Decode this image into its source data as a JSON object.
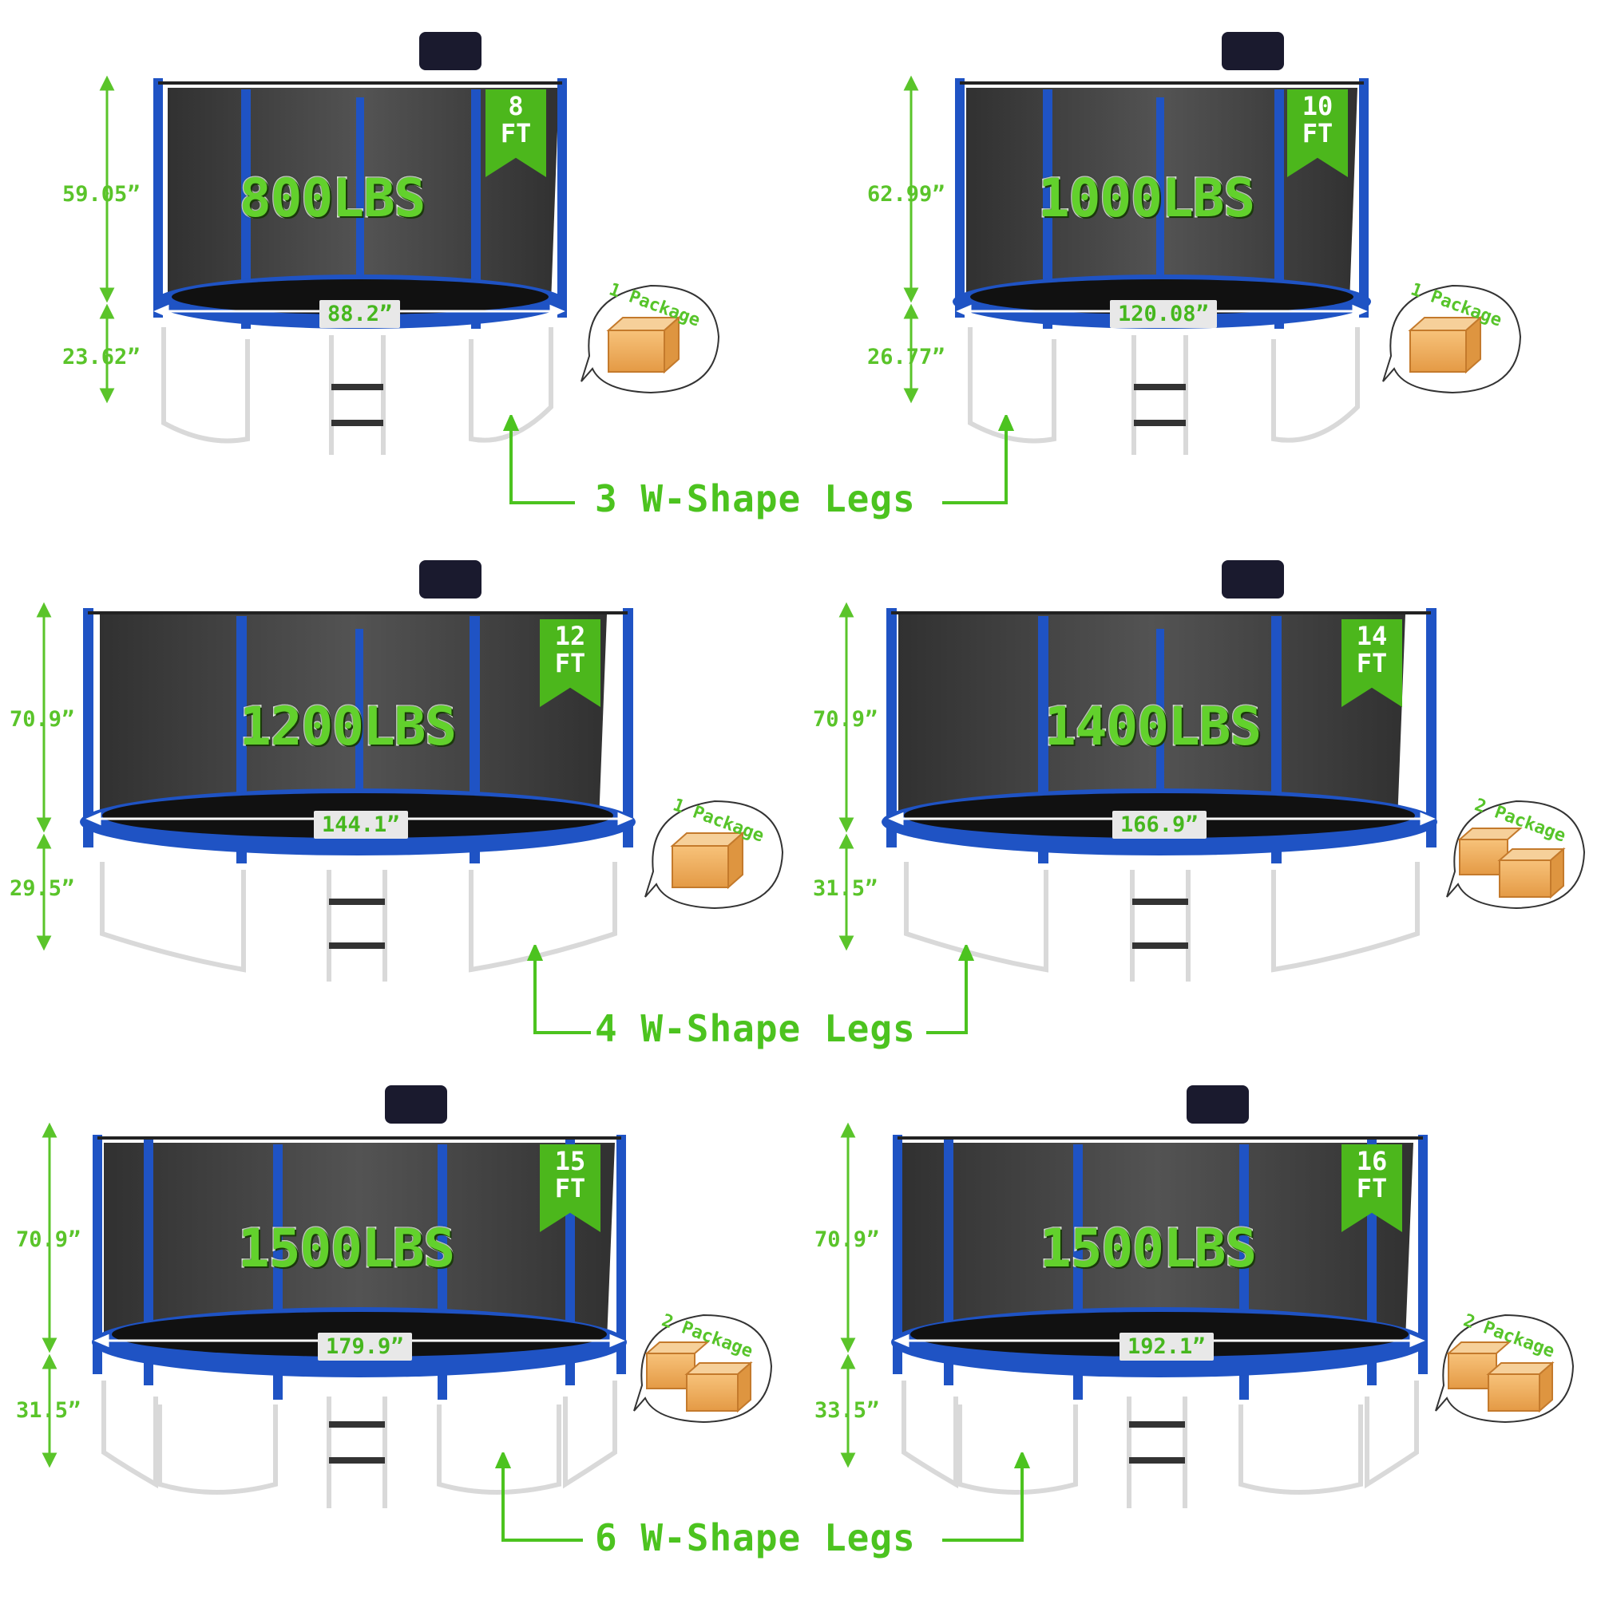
{
  "colors": {
    "accent_green": "#4cb71c",
    "frame_blue": "#1f53c4",
    "net_dark": "#303030",
    "leg_silver": "#d9d9d9"
  },
  "models": [
    {
      "size_line1": "8",
      "size_line2": "FT",
      "capacity": "800LBS",
      "height_top": "59.05”",
      "height_bottom": "23.62”",
      "diameter": "88.2”",
      "package": "1 Package",
      "package_boxes": 1
    },
    {
      "size_line1": "10",
      "size_line2": "FT",
      "capacity": "1000LBS",
      "height_top": "62.99”",
      "height_bottom": "26.77”",
      "diameter": "120.08”",
      "package": "1 Package",
      "package_boxes": 1
    },
    {
      "size_line1": "12",
      "size_line2": "FT",
      "capacity": "1200LBS",
      "height_top": "70.9”",
      "height_bottom": "29.5”",
      "diameter": "144.1”",
      "package": "1 Package",
      "package_boxes": 1
    },
    {
      "size_line1": "14",
      "size_line2": "FT",
      "capacity": "1400LBS",
      "height_top": "70.9”",
      "height_bottom": "31.5”",
      "diameter": "166.9”",
      "package": "2 Package",
      "package_boxes": 2
    },
    {
      "size_line1": "15",
      "size_line2": "FT",
      "capacity": "1500LBS",
      "height_top": "70.9”",
      "height_bottom": "31.5”",
      "diameter": "179.9”",
      "package": "2 Package",
      "package_boxes": 2
    },
    {
      "size_line1": "16",
      "size_line2": "FT",
      "capacity": "1500LBS",
      "height_top": "70.9”",
      "height_bottom": "33.5”",
      "diameter": "192.1”",
      "package": "2 Package",
      "package_boxes": 2
    }
  ],
  "leg_groups": [
    {
      "label": "3 W-Shape Legs"
    },
    {
      "label": "4 W-Shape Legs"
    },
    {
      "label": "6 W-Shape Legs"
    }
  ]
}
